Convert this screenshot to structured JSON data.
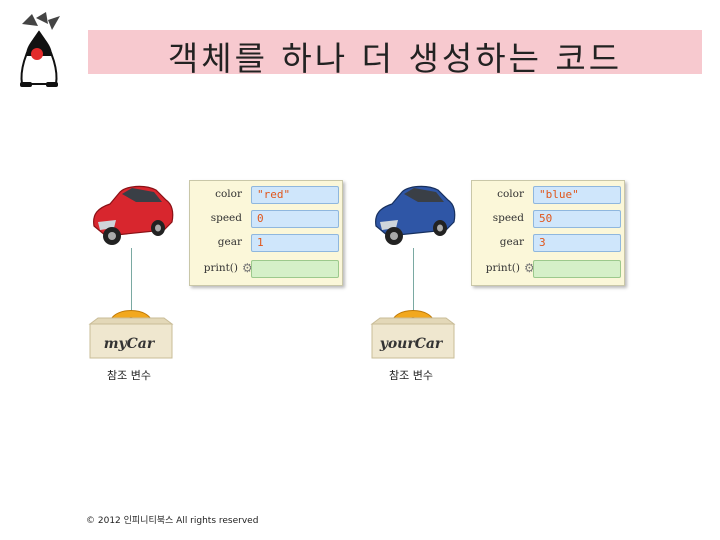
{
  "title": "객체를 하나 더 생성하는 코드",
  "left": {
    "fields": [
      {
        "name": "color",
        "value": "\"red\""
      },
      {
        "name": "speed",
        "value": "0"
      },
      {
        "name": "gear",
        "value": "1"
      },
      {
        "name": "print()",
        "value": ""
      }
    ],
    "variable": "myCar",
    "caption": "참조 변수",
    "car_color": "#d8262e"
  },
  "right": {
    "fields": [
      {
        "name": "color",
        "value": "\"blue\""
      },
      {
        "name": "speed",
        "value": "50"
      },
      {
        "name": "gear",
        "value": "3"
      },
      {
        "name": "print()",
        "value": ""
      }
    ],
    "variable": "yourCar",
    "caption": "참조 변수",
    "car_color": "#2f56a6"
  },
  "footer": "© 2012 인피니티북스 All rights reserved",
  "colors": {
    "title_bar": "#f7c9cf",
    "field_value": "#e0561b"
  }
}
